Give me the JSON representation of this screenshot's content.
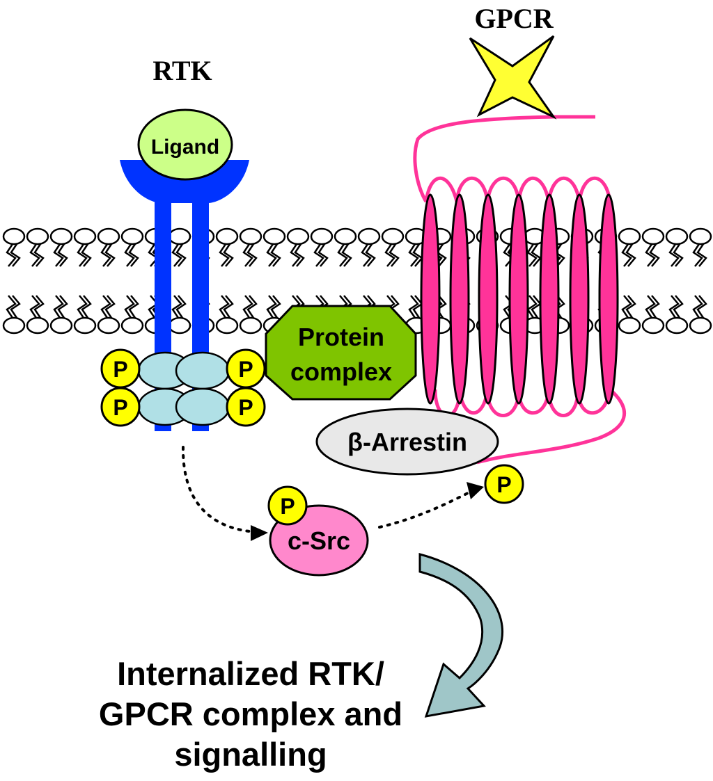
{
  "labels": {
    "gpcr": "GPCR",
    "rtk": "RTK",
    "ligand": "Ligand",
    "protein_complex_line1": "Protein",
    "protein_complex_line2": "complex",
    "beta_arrestin": "β-Arrestin",
    "c_src": "c-Src",
    "phosphate": "P"
  },
  "caption": {
    "line1": "Internalized RTK/",
    "line2": "GPCR complex and",
    "line3": "signalling"
  },
  "colors": {
    "rtk_receptor": "#0033ff",
    "ligand": "#ccff88",
    "gpcr_helix": "#ff3399",
    "gpcr_star": "#ffff33",
    "protein_complex": "#7fc400",
    "beta_arrestin": "#e8e8e8",
    "c_src": "#ff88cc",
    "phosphate": "#ffff00",
    "kinase_domain": "#b0e0e6",
    "curved_arrow": "#9fc6c8"
  }
}
